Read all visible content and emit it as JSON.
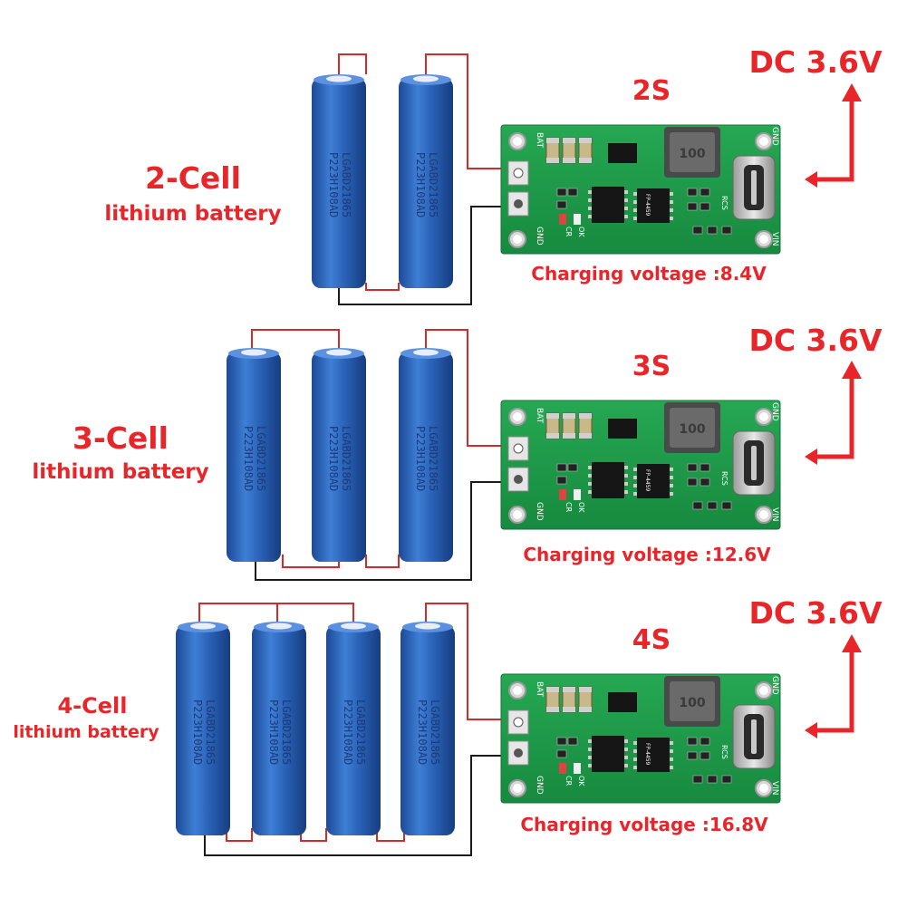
{
  "sections": [
    {
      "cell_title": "2-Cell",
      "cell_subtitle": "lithium battery",
      "config": "2S",
      "input": "DC 3.6V",
      "charging_voltage": "Charging voltage :8.4V",
      "battery_count": 2
    },
    {
      "cell_title": "3-Cell",
      "cell_subtitle": "lithium battery",
      "config": "3S",
      "input": "DC 3.6V",
      "charging_voltage": "Charging voltage :12.6V",
      "battery_count": 3
    },
    {
      "cell_title": "4-Cell",
      "cell_subtitle": "lithium battery",
      "config": "4S",
      "input": "DC 3.6V",
      "charging_voltage": "Charging voltage :16.8V",
      "battery_count": 4
    }
  ],
  "battery_label": {
    "line1": "LGABD21865",
    "line2": "P223H108AD"
  },
  "board": {
    "bat_label": "BAT",
    "gnd_label": "GND",
    "vin_label": "VIN",
    "cr_label": "CR",
    "ok_label": "OK",
    "rcs_label": "RCS",
    "inductor_label": "100",
    "ic_label": "FP-4459"
  },
  "colors": {
    "label_red": "#e8262a",
    "battery_blue": "#2a5fb0",
    "pcb_green": "#1f9a4a",
    "wire_red": "#d42a2a",
    "wire_black": "#1a1a1a"
  }
}
